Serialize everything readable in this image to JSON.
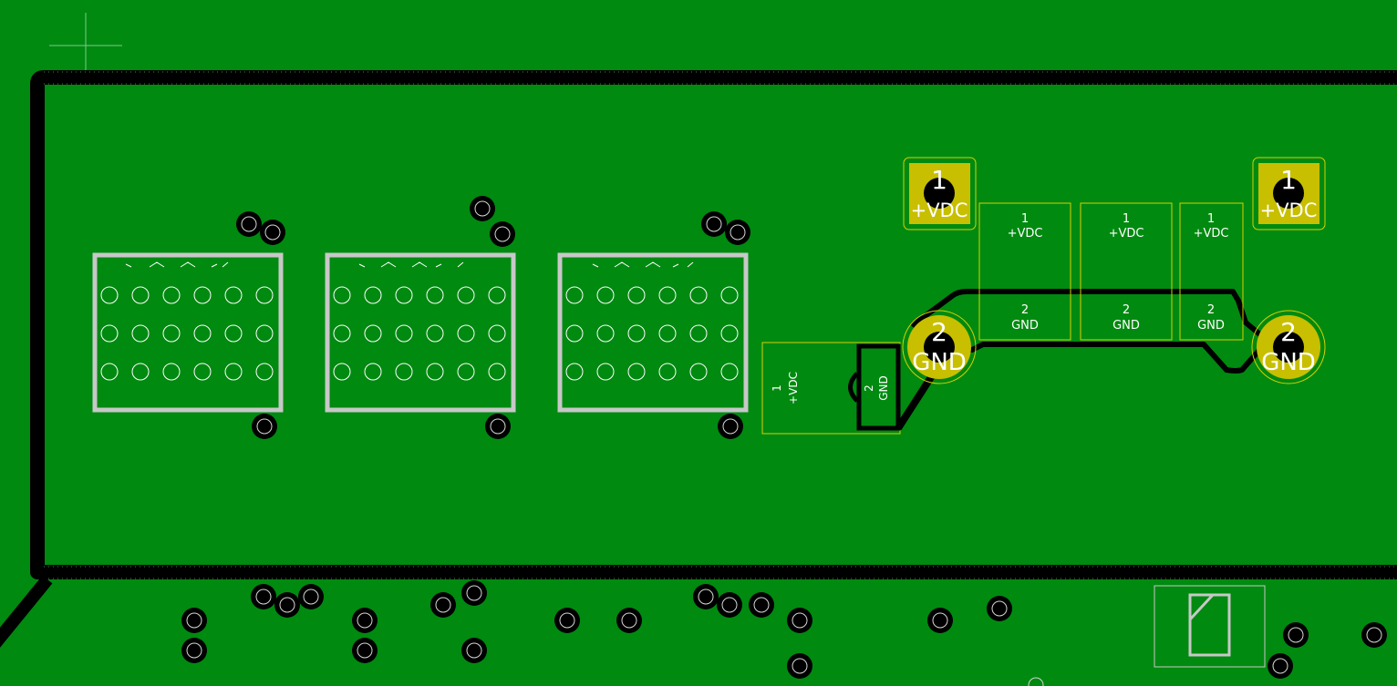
{
  "colors": {
    "board": "#008a10",
    "track": "#000000",
    "silkscreen": "#c8c8c8",
    "pad": "#c8bf00",
    "courtyard": "#d8d000",
    "label": "#ffffff",
    "via_ring": "#d6d6d6"
  },
  "pads": {
    "tl_num": "1",
    "tl_net": "+VDC",
    "tr_num": "1",
    "tr_net": "+VDC",
    "ml_num": "2",
    "ml_net": "GND",
    "mr_num": "2",
    "mr_net": "GND"
  },
  "smd_groups": [
    {
      "top_num": "1",
      "top_net": "+VDC",
      "bot_num": "2",
      "bot_net": "GND"
    },
    {
      "top_num": "1",
      "top_net": "+VDC",
      "bot_num": "2",
      "bot_net": "GND"
    },
    {
      "top_num": "1",
      "top_net": "+VDC",
      "bot_num": "2",
      "bot_net": "GND"
    }
  ],
  "rotated_part": {
    "pin1_num": "1",
    "pin1_net": "+VDC",
    "pin2_num": "2",
    "pin2_net": "GND"
  }
}
